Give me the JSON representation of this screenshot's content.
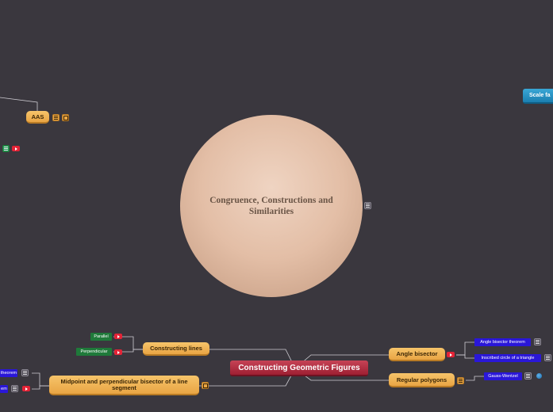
{
  "colors": {
    "background": "#3a373e",
    "central_node": "#b02b3e",
    "topic_node": "#eeb04f",
    "green_leaf": "#1f7a3a",
    "blue_leaf": "#2a17d8",
    "floating_topic": "#2a93c4",
    "bubble": "#e3bea6",
    "connector": "#cfcdd3"
  },
  "bubble": {
    "title": "Congruence, Constructions and Similarities"
  },
  "central": {
    "label": "Constructing Geometric Figures"
  },
  "topics": {
    "aas": {
      "label": "AAS"
    },
    "constructing_lines": {
      "label": "Constructing lines"
    },
    "midpoint": {
      "label": "Midpoint and perpendicular bisector of a line segment"
    },
    "angle_bisector": {
      "label": "Angle bisector"
    },
    "regular_polygons": {
      "label": "Regular polygons"
    },
    "scale_factor": {
      "label": "Scale fa"
    }
  },
  "leaves": {
    "parallel": "Parallel",
    "perpendicular": "Perpendicular",
    "angle_bisector_theorem": "Angle bisector theorem",
    "inscribed_circle": "Inscribed circle of a triangle",
    "gauss_wentzel": "Gauss-Wentzel",
    "left_theorem": "theorem",
    "left_em": "em"
  },
  "icons": {
    "note": "note-icon",
    "video": "video-icon",
    "link": "link-icon",
    "globe": "globe-icon"
  }
}
